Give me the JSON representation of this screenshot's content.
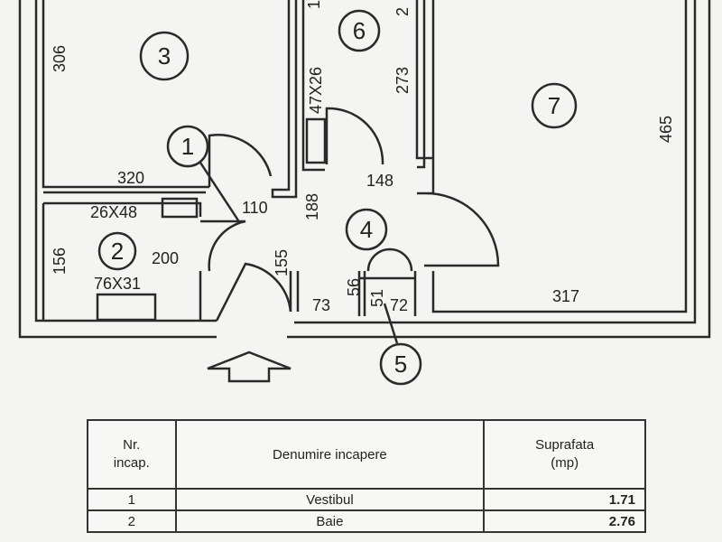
{
  "plan": {
    "rooms": [
      {
        "number": "1"
      },
      {
        "number": "2"
      },
      {
        "number": "3"
      },
      {
        "number": "4"
      },
      {
        "number": "5"
      },
      {
        "number": "6"
      },
      {
        "number": "7"
      }
    ],
    "dimensions": {
      "r3_height": "306",
      "r3_width": "320",
      "r6_top": "1",
      "r6_niche": "47X26",
      "r6_height": "273",
      "r6_right": "2",
      "r7_height": "465",
      "r7_width": "317",
      "r1_width": "110",
      "r1_length": "188",
      "r1_sink": "26X48",
      "r2_height": "156",
      "r2_width": "200",
      "r2_tub": "76X31",
      "r4_length": "155",
      "r4_width": "148",
      "r5_a": "56",
      "r5_b": "51",
      "r5_left": "73",
      "r5_right": "72"
    }
  },
  "table": {
    "headers": {
      "nr_line1": "Nr.",
      "nr_line2": "incap.",
      "name": "Denumire incapere",
      "area_line1": "Suprafata",
      "area_line2": "(mp)"
    },
    "rows": [
      {
        "nr": "1",
        "name": "Vestibul",
        "area": "1.71"
      },
      {
        "nr": "2",
        "name": "Baie",
        "area": "2.76"
      }
    ]
  }
}
